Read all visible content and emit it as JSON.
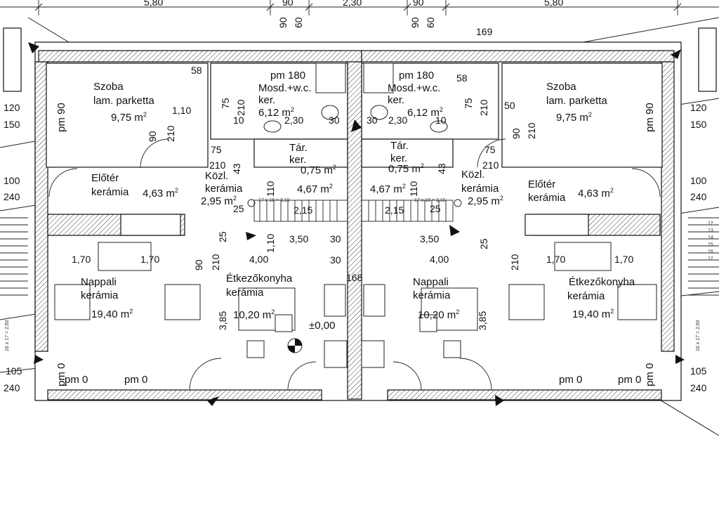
{
  "dimensions": {
    "top_580_left": "5,80",
    "top_90_left": "90",
    "top_230": "2,30",
    "top_90_right": "90",
    "top_580_right": "5,80",
    "v90_left": "90",
    "v60_left": "60",
    "v90_right": "90",
    "v60_right": "60",
    "overall_169": "169",
    "overall_168": "168",
    "left_120": "120",
    "left_150": "150",
    "left_100": "100",
    "left_240": "240",
    "left_105": "105",
    "left_240b": "240",
    "right_120": "120",
    "right_150": "150",
    "right_100": "100",
    "right_240": "240",
    "right_105": "105",
    "right_240b": "240",
    "w58_left": "58",
    "w58_right": "58",
    "w110": "1,10",
    "w230_left": "2,30",
    "w230_right": "2,30",
    "w30_left": "30",
    "w30_right": "30",
    "w10_left": "10",
    "w10_right": "10",
    "w75_a": "75",
    "w75_b": "75",
    "w75_c": "75",
    "w75_d": "75",
    "w210_a": "210",
    "w210_b": "210",
    "w210_c": "210",
    "w210_d": "210",
    "w210_e": "210",
    "w210_f": "210",
    "w210_g": "210",
    "w210_h": "210",
    "w50": "50",
    "w90_a": "90",
    "w90_b": "90",
    "w90_c": "90",
    "w43_left": "43",
    "w43_right": "43",
    "w110_v_left": "110",
    "w110_v_right": "110",
    "w110_v_left2": "1,10",
    "w25_a": "25",
    "w25_b": "25",
    "w25_c": "25",
    "w25_d": "25",
    "w215_left": "2,15",
    "w215_right": "2,15",
    "w350_left": "3,50",
    "w350_right": "3,50",
    "w30_c": "30",
    "w30_d": "30",
    "w170_a": "1,70",
    "w170_b": "1,70",
    "w170_c": "1,70",
    "w170_d": "1,70",
    "w400_left": "4,00",
    "w400_right": "4,00",
    "w385_left": "3,85",
    "w385_right": "3,85",
    "stair_left": "17 x 18 = 3,10",
    "stair_right": "17 x 18 = 3,10",
    "stair_side_left": "16 x 17 = 2,60",
    "stair_side_right": "16 x 17 = 2,60",
    "steps": [
      "12",
      "13",
      "14",
      "15",
      "16",
      "17"
    ]
  },
  "rooms": {
    "szoba_left": {
      "name": "Szoba",
      "floor": "lam. parketta",
      "area": "9,75 m",
      "exp": "2"
    },
    "szoba_right": {
      "name": "Szoba",
      "floor": "lam. parketta",
      "area": "9,75 m",
      "exp": "2"
    },
    "mosd_left": {
      "level": "pm 180",
      "name": "Mosd.+w.c.",
      "floor": "ker.",
      "area": "6,12 m",
      "exp": "2"
    },
    "mosd_right": {
      "level": "pm 180",
      "name": "Mosd.+w.c.",
      "floor": "ker.",
      "area": "6,12 m",
      "exp": "2"
    },
    "tar_left": {
      "name": "Tár.",
      "floor": "ker.",
      "area": "0,75 m",
      "exp": "2"
    },
    "tar_right": {
      "name": "Tár.",
      "floor": "ker.",
      "area": "0,75 m",
      "exp": "2"
    },
    "eloter_left": {
      "name": "Előtér",
      "floor": "kerámia",
      "area": "4,63 m",
      "exp": "2"
    },
    "eloter_right": {
      "name": "Előtér",
      "floor": "kerámia",
      "area": "4,63 m",
      "exp": "2"
    },
    "kozl_left": {
      "name": "Közl.",
      "floor": "kerámia",
      "area": "2,95 m",
      "exp": "2"
    },
    "kozl_right": {
      "name": "Közl.",
      "floor": "kerámia",
      "area": "2,95 m",
      "exp": "2"
    },
    "stair_left": {
      "area": "4,67 m",
      "exp": "2"
    },
    "stair_right": {
      "area": "4,67 m",
      "exp": "2"
    },
    "nappali_left": {
      "name": "Nappali",
      "floor": "kerámia",
      "area": "19,40 m",
      "exp": "2"
    },
    "nappali_right": {
      "name": "Nappali",
      "floor": "kerámia",
      "area": "10,20 m",
      "exp": "2"
    },
    "etkezo_left": {
      "name": "Étkezőkonyha",
      "floor": "kerámia",
      "area": "10,20 m",
      "exp": "2"
    },
    "etkezo_right": {
      "name": "Étkezőkonyha",
      "floor": "kerámia",
      "area": "19,40 m",
      "exp": "2"
    }
  },
  "levels": {
    "zero": "±0,00",
    "pm90_a": "pm 90",
    "pm90_b": "pm 90",
    "pm0_a": "pm 0",
    "pm0_b": "pm 0",
    "pm0_c": "pm 0",
    "pm0_d": "pm 0"
  }
}
